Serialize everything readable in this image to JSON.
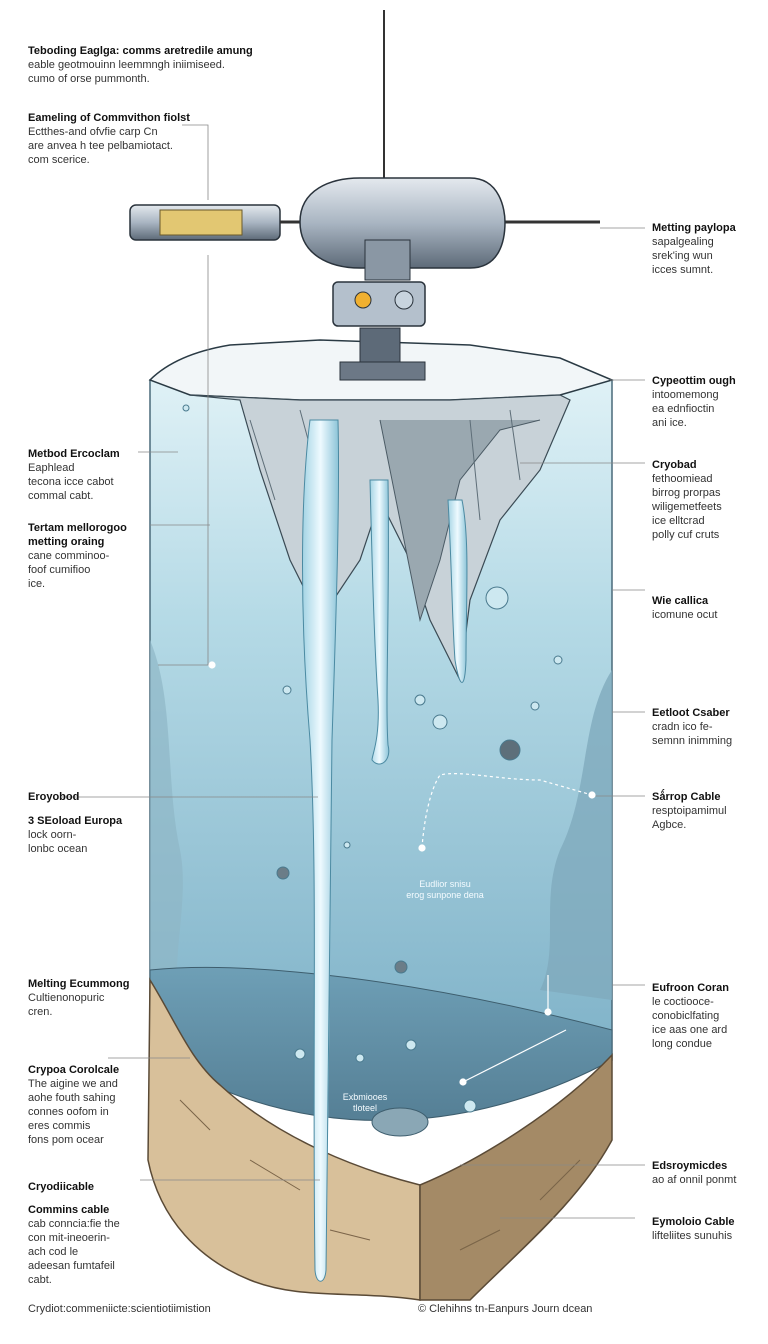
{
  "colors": {
    "water_top": "#d9eef4",
    "water_mid": "#a9d2e0",
    "water_deep": "#7fb5cc",
    "ice": "#eef3f5",
    "ice_shadow": "#9aa8b0",
    "rock": "#d8c09a",
    "rock_dark": "#a48a66",
    "probe_body": "#b4c0cc",
    "probe_dark": "#5d6a78",
    "leader_line": "#888888"
  },
  "left_labels": [
    {
      "title": "Teboding Eaglga: comms aretredile amung",
      "lines": [
        "eable geotmouinn leemmngh iniimiseed.",
        "cumo of orse pummonth."
      ]
    },
    {
      "title": "Eameling of Commvithon fiolst",
      "lines": [
        "Ectthes-and ofvfie carp Cn",
        "are anvea h tee pelbamiotact.",
        "com scerice."
      ]
    },
    {
      "title": "Metbod Ercoclam",
      "lines": [
        "Eaphlead",
        "tecona icce cabot",
        "commal cabt."
      ]
    },
    {
      "title": "Tertam mellorogoo metting oraing",
      "lines": [
        "cane comminoo-",
        "foof cumifioo",
        "ice."
      ]
    },
    {
      "title": "Eroyobod",
      "lines": []
    },
    {
      "title": "3 SEoload Europa",
      "lines": [
        "lock oorn-",
        "lonbc ocean"
      ]
    },
    {
      "title": "Melting Ecummong",
      "lines": [
        "Cultienonopuric",
        "cren."
      ]
    },
    {
      "title": "Crypoa Corolcale",
      "lines": [
        "The aigine we and",
        "aohe fouth sahing",
        "connes oofom in",
        "eres commis",
        "fons pom ocear"
      ]
    },
    {
      "title": "Cryodiicable",
      "lines": []
    },
    {
      "title": "Commins cable",
      "lines": [
        "cab conncia:fie the",
        "con mit-ineoerin-",
        "ach cod le",
        "adeesan fumtafeil",
        "cabt."
      ]
    }
  ],
  "right_labels": [
    {
      "title": "Metting paylopa",
      "lines": [
        "sapalgealing",
        "srek'ing wun",
        "icces sumnt."
      ]
    },
    {
      "title": "Cypeottim ough",
      "lines": [
        "intoomemong",
        "ea ednfioctin",
        "ani ice."
      ]
    },
    {
      "title": "Cryobad",
      "lines": [
        "fethoomiead",
        "birrog prorpas",
        "wiligemetfeets",
        "ice elltcrad",
        "polly cuf cruts"
      ]
    },
    {
      "title": "Wie callica",
      "lines": [
        "icomune ocut"
      ]
    },
    {
      "title": "Eetloot Csaber",
      "lines": [
        "cradn ico fe-",
        "semnn inimming"
      ]
    },
    {
      "title": "Sǻrrop Cable",
      "lines": [
        "resptoipamimul",
        "Agbce."
      ]
    },
    {
      "title": "Eufroon Coran",
      "lines": [
        "le coctiooce-",
        "conobiclfating",
        "ice aas one ard",
        "long condue"
      ]
    },
    {
      "title": "Edsroymicdes",
      "lines": [
        "ao af onnil ponmt"
      ]
    },
    {
      "title": "Eymoloio Cable",
      "lines": [
        "lifteliites sunuhis"
      ]
    }
  ],
  "inner_notes": [
    {
      "lines": [
        "Eudlior snisu",
        "erog sunpone dena"
      ]
    },
    {
      "lines": [
        "Exbmiooes",
        "tloteel"
      ]
    }
  ],
  "footer": {
    "left": "Crydiot:commeniicte:scientiotiimistion",
    "right": "© Clehihns tn-Eanpurs Journ dcean"
  }
}
